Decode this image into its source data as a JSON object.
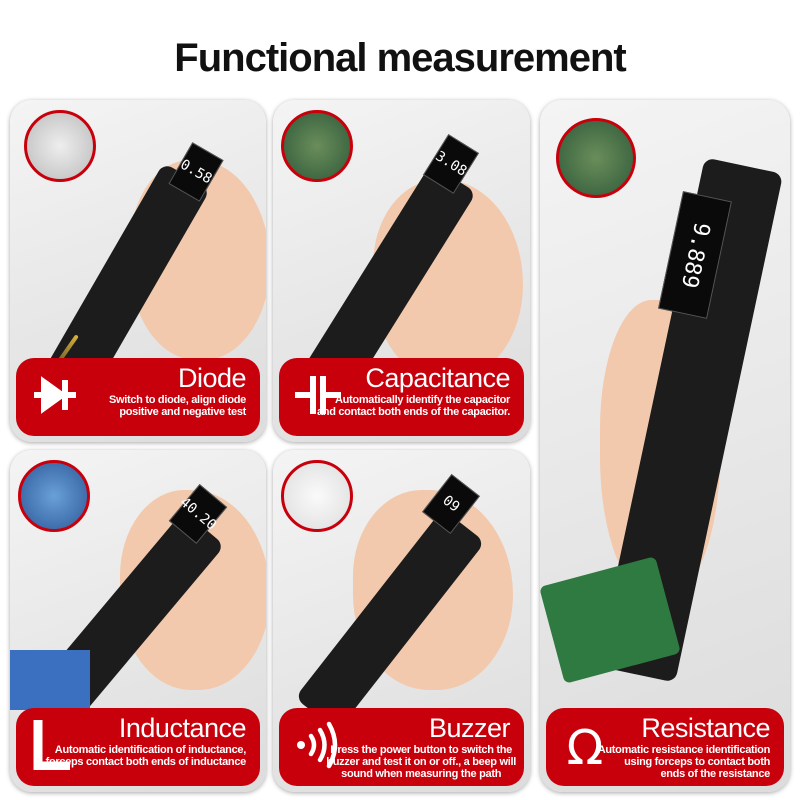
{
  "title": "Functional measurement",
  "accent_color": "#c8000b",
  "panels": [
    {
      "name": "Diode",
      "description_line1": "Switch to diode, align diode",
      "description_line2": "positive and negative test",
      "icon": "diode-icon",
      "screen": "0.58"
    },
    {
      "name": "Capacitance",
      "description_line1": "Automatically identify the capacitor",
      "description_line2": "and contact both ends of the capacitor.",
      "icon": "capacitor-icon",
      "screen": "3.08"
    },
    {
      "name": "Inductance",
      "description_line1": "Automatic identification of inductance,",
      "description_line2": "forceps contact both ends of inductance",
      "icon": "inductor-L-icon",
      "screen": "40.20"
    },
    {
      "name": "Buzzer",
      "description_line1": "Press the power button to switch the",
      "description_line2": "buzzer  and test it on or off., a beep will",
      "description_line3": "sound when measuring the path",
      "icon": "sound-waves-icon",
      "screen": "09"
    },
    {
      "name": "Resistance",
      "description_line1": "Automatic resistance identification",
      "description_line2": "using forceps to contact both",
      "description_line3": "ends of the resistance",
      "icon": "omega-icon",
      "screen": "9.889"
    }
  ]
}
